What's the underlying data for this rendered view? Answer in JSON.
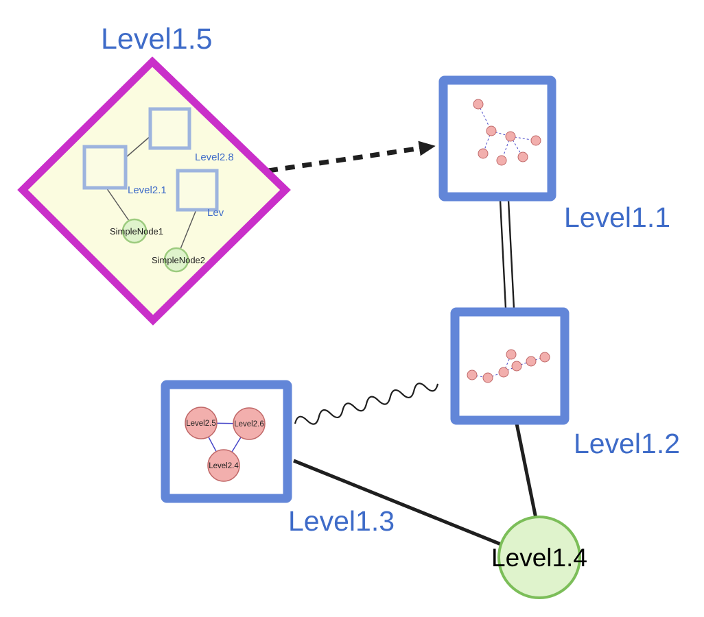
{
  "colors": {
    "label_blue": "#3E6BC8",
    "node_border_blue": "#6286D8",
    "group_magenta": "#C92FC9",
    "group_fill": "#FBFCE0",
    "green_fill": "#DFF3CC",
    "green_border": "#7CBE59",
    "green_border_light": "#9CCB7E",
    "pink_fill": "#F2AFAD",
    "pink_border": "#C06868",
    "edge_black": "#1F1F1F",
    "inner_edge_blue": "#4646C8"
  },
  "group": {
    "label": "Level1.5",
    "shape": "diamond",
    "children": {
      "level28": {
        "label": "Level2.8",
        "shape": "square"
      },
      "level21": {
        "label": "Level2.1",
        "shape": "square"
      },
      "lev": {
        "label": "Lev",
        "shape": "square"
      },
      "simple1": {
        "label": "SimpleNode1",
        "shape": "circle"
      },
      "simple2": {
        "label": "SimpleNode2",
        "shape": "circle"
      }
    }
  },
  "nodes": {
    "l11": {
      "label": "Level1.1",
      "shape": "square-thumbnail"
    },
    "l12": {
      "label": "Level1.2",
      "shape": "square-thumbnail"
    },
    "l13": {
      "label": "Level1.3",
      "shape": "square-thumbnail",
      "children": {
        "level25": {
          "label": "Level2.5"
        },
        "level26": {
          "label": "Level2.6"
        },
        "level24": {
          "label": "Level2.4"
        }
      }
    },
    "l14": {
      "label": "Level1.4",
      "shape": "circle"
    }
  },
  "edges": [
    {
      "from": "Level1.5",
      "to": "Level1.1",
      "style": "thick-dashed-arrow"
    },
    {
      "from": "Level1.1",
      "to": "Level1.2",
      "style": "double-line"
    },
    {
      "from": "Level1.3",
      "to": "Level1.2",
      "style": "wavy"
    },
    {
      "from": "Level1.3",
      "to": "Level1.4",
      "style": "solid-thick"
    },
    {
      "from": "Level1.2",
      "to": "Level1.4",
      "style": "solid-thick"
    }
  ]
}
